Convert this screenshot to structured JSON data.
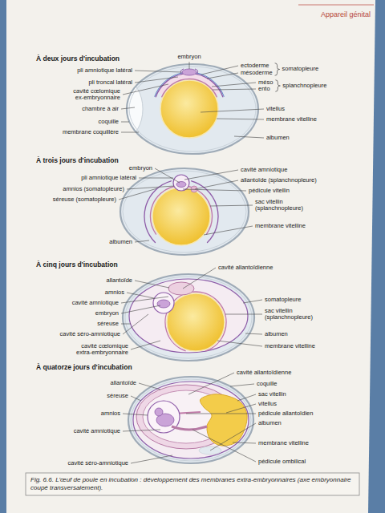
{
  "diagram": {
    "caption": "Fig. 6.6. L'œuf de poule en incubation : développement des membranes extra-embryonnaires (axe embryonnaire coupé transversalement).",
    "labels": [
      "Appareil génital",
      "À deux jours d'incubation",
      "embryon",
      "pli amniotique latéral",
      "pli troncal latéral",
      "cavité cœlomique ex-embryonnaire",
      "chambre à air",
      "coquille",
      "membrane coquillère",
      "ectoderme",
      "mésoderme",
      "somatopleure",
      "méso",
      "ento",
      "splanchnopleure",
      "vitellus",
      "membrane vitelline",
      "albumen",
      "À trois jours d'incubation",
      "embryon",
      "pli amniotique latéral",
      "amnios (somatopleure)",
      "séreuse (somatopleure)",
      "albumen",
      "cavité amniotique",
      "allantoïde (splanchnopleure)",
      "pédicule vitellin",
      "sac vitellin (splanchnopleure)",
      "membrane vitelline",
      "À cinq jours d'incubation",
      "allantoïde",
      "amnios",
      "cavité amniotique",
      "embryon",
      "séreuse",
      "cavité séro-amniotique",
      "cavité cœlomique extra-embryonnaire",
      "cavité allantoïdienne",
      "somatopleure",
      "sac vitellin (splanchnopleure)",
      "albumen",
      "membrane vitelline",
      "À quatorze jours d'incubation",
      "allantoïde",
      "séreuse",
      "amnios",
      "cavité amniotique",
      "cavité séro-amniotique",
      "cavité allantoïdienne",
      "coquille",
      "sac vitellin",
      "vitellus",
      "pédicule allantoïdien",
      "albumen",
      "membrane vitelline",
      "pédicule ombilical"
    ]
  }
}
